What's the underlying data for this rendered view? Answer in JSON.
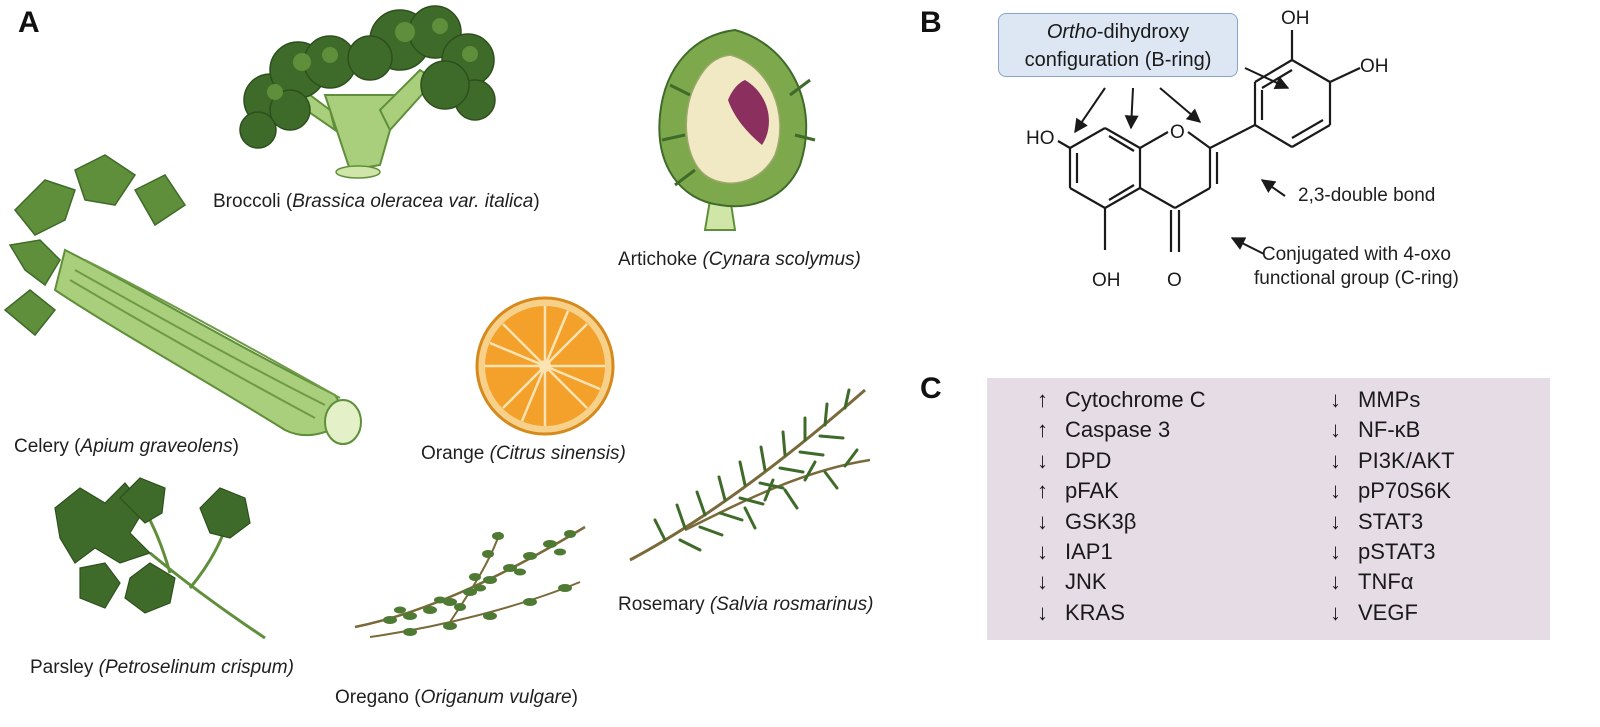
{
  "panel_labels": {
    "a": "A",
    "b": "B",
    "c": "C"
  },
  "panel_a": {
    "plants": [
      {
        "id": "broccoli",
        "common": "Broccoli",
        "latin": "Brassica oleracea var. italica",
        "open": " (",
        "close": ")"
      },
      {
        "id": "artichoke",
        "common": "Artichoke",
        "latin": "(Cynara scolymus)",
        "open": " ",
        "close": ""
      },
      {
        "id": "celery",
        "common": "Celery",
        "latin": "Apium graveolens",
        "open": " (",
        "close": ")"
      },
      {
        "id": "orange",
        "common": "Orange",
        "latin": "(Citrus sinensis)",
        "open": " ",
        "close": ""
      },
      {
        "id": "rosemary",
        "common": "Rosemary",
        "latin": "(Salvia rosmarinus)",
        "open": " ",
        "close": ""
      },
      {
        "id": "parsley",
        "common": "Parsley",
        "latin": "(Petroselinum crispum)",
        "open": " ",
        "close": ""
      },
      {
        "id": "oregano",
        "common": "Oregano",
        "latin": "Origanum vulgare",
        "open": " (",
        "close": ")"
      }
    ]
  },
  "panel_b": {
    "callout": {
      "italic": "Ortho",
      "rest": "-dihydroxy",
      "line2": "configuration (B-ring)"
    },
    "atoms": {
      "ho_left": "HO",
      "oh_bottom": "OH",
      "oh_top": "OH",
      "oh_right": "OH",
      "ring_o": "O",
      "keto_o": "O"
    },
    "annotations": {
      "double_bond": "2,3-double bond",
      "conjugated_line1": "Conjugated with 4-oxo",
      "conjugated_line2": "functional group (C-ring)"
    }
  },
  "panel_c": {
    "background": "#e6dce6",
    "left_column": [
      {
        "arrow": "↑",
        "name": "Cytochrome C"
      },
      {
        "arrow": "↑",
        "name": "Caspase 3"
      },
      {
        "arrow": "↓",
        "name": "DPD"
      },
      {
        "arrow": "↑",
        "name": "pFAK"
      },
      {
        "arrow": "↓",
        "name": "GSK3β"
      },
      {
        "arrow": "↓",
        "name": "IAP1"
      },
      {
        "arrow": "↓",
        "name": "JNK"
      },
      {
        "arrow": "↓",
        "name": "KRAS"
      }
    ],
    "right_column": [
      {
        "arrow": "↓",
        "name": "MMPs"
      },
      {
        "arrow": "↓",
        "name": "NF-κB"
      },
      {
        "arrow": "↓",
        "name": "PI3K/AKT"
      },
      {
        "arrow": "↓",
        "name": "pP70S6K"
      },
      {
        "arrow": "↓",
        "name": "STAT3"
      },
      {
        "arrow": "↓",
        "name": "pSTAT3"
      },
      {
        "arrow": "↓",
        "name": "TNFα"
      },
      {
        "arrow": "↓",
        "name": "VEGF"
      }
    ]
  },
  "colors": {
    "leaf_dark": "#3f6b2a",
    "leaf_mid": "#5f8f3a",
    "leaf_light": "#9cc46a",
    "celery": "#a9cf7c",
    "orange": "#f3a12a",
    "artichoke_purple": "#8a2f5e",
    "callout_fill": "#dde7f4"
  }
}
